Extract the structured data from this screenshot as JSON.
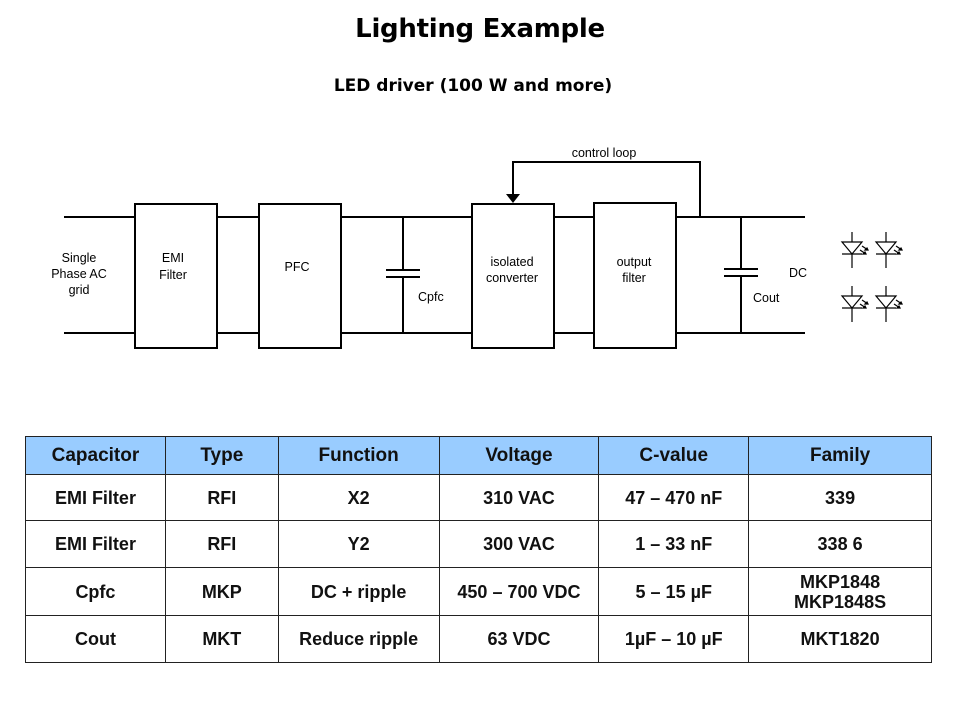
{
  "page": {
    "title": "Lighting Example",
    "subtitle": "LED driver (100 W and more)"
  },
  "diagram": {
    "input_label": [
      "Single",
      "Phase AC",
      "grid"
    ],
    "blocks": [
      {
        "id": "emi",
        "lines": [
          "EMI",
          "Filter"
        ]
      },
      {
        "id": "pfc",
        "lines": [
          "PFC"
        ]
      },
      {
        "id": "iso",
        "lines": [
          "isolated",
          "converter"
        ]
      },
      {
        "id": "outf",
        "lines": [
          "output",
          "filter"
        ]
      }
    ],
    "capacitors": {
      "cpfc": "Cpfc",
      "cout": "Cout"
    },
    "control_loop_label": "control loop",
    "output_label": "DC",
    "load_icon": "led-array-icon",
    "line_color": "#000000"
  },
  "table": {
    "header_color": "#99ccff",
    "columns": [
      "Capacitor",
      "Type",
      "Function",
      "Voltage",
      "C-value",
      "Family"
    ],
    "rows": [
      [
        "EMI Filter",
        "RFI",
        "X2",
        "310 VAC",
        "47 – 470 nF",
        "339"
      ],
      [
        "EMI Filter",
        "RFI",
        "Y2",
        "300 VAC",
        "1 – 33 nF",
        "338 6"
      ],
      [
        "Cpfc",
        "MKP",
        "DC + ripple",
        "450 – 700 VDC",
        "5 – 15 µF",
        [
          "MKP1848",
          "MKP1848S"
        ]
      ],
      [
        "Cout",
        "MKT",
        "Reduce ripple",
        "63 VDC",
        "1µF – 10 µF",
        "MKT1820"
      ]
    ]
  }
}
